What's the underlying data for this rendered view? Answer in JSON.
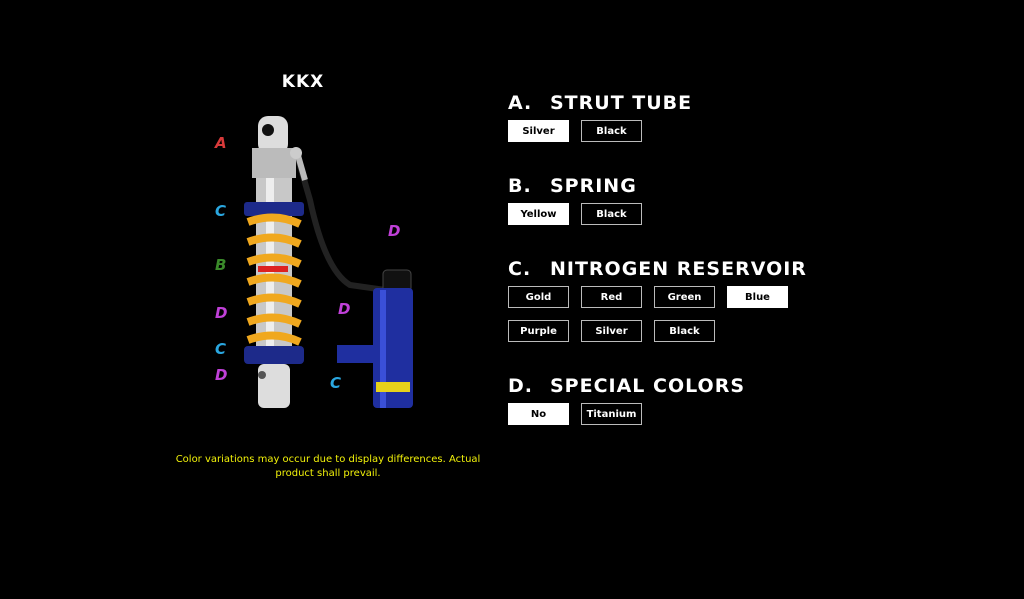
{
  "product": {
    "title": "KKX"
  },
  "figure": {
    "labels": [
      {
        "text": "A",
        "color": "#d83a3a"
      },
      {
        "text": "C",
        "color": "#2aa7e0"
      },
      {
        "text": "B",
        "color": "#3a8a2a"
      },
      {
        "text": "D",
        "color": "#c040d8"
      },
      {
        "text": "C",
        "color": "#2aa7e0"
      },
      {
        "text": "D",
        "color": "#c040d8"
      },
      {
        "text": "D",
        "color": "#c040d8"
      },
      {
        "text": "D",
        "color": "#c040d8"
      },
      {
        "text": "C",
        "color": "#2aa7e0"
      }
    ]
  },
  "note": "Color variations may occur due to display differences. Actual product shall prevail.",
  "sections": [
    {
      "letter": "A.",
      "title": "STRUT TUBE",
      "options": [
        "Silver",
        "Black"
      ],
      "selected": "Silver"
    },
    {
      "letter": "B.",
      "title": "SPRING",
      "options": [
        "Yellow",
        "Black"
      ],
      "selected": "Yellow"
    },
    {
      "letter": "C.",
      "title": "NITROGEN RESERVOIR",
      "options": [
        "Gold",
        "Red",
        "Green",
        "Blue",
        "Purple",
        "Silver",
        "Black"
      ],
      "selected": "Blue"
    },
    {
      "letter": "D.",
      "title": "SPECIAL COLORS",
      "options": [
        "No",
        "Titanium"
      ],
      "selected": "No"
    }
  ]
}
